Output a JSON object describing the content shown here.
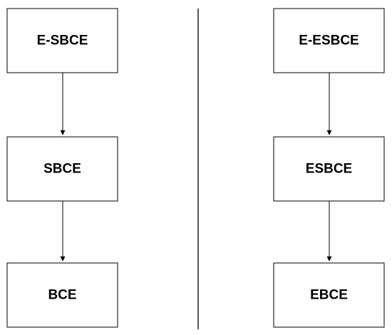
{
  "left_chain": {
    "nodes": [
      {
        "label": "E-SBCE"
      },
      {
        "label": "SBCE"
      },
      {
        "label": "BCE"
      }
    ]
  },
  "right_chain": {
    "nodes": [
      {
        "label": "E-ESBCE"
      },
      {
        "label": "ESBCE"
      },
      {
        "label": "EBCE"
      }
    ]
  }
}
